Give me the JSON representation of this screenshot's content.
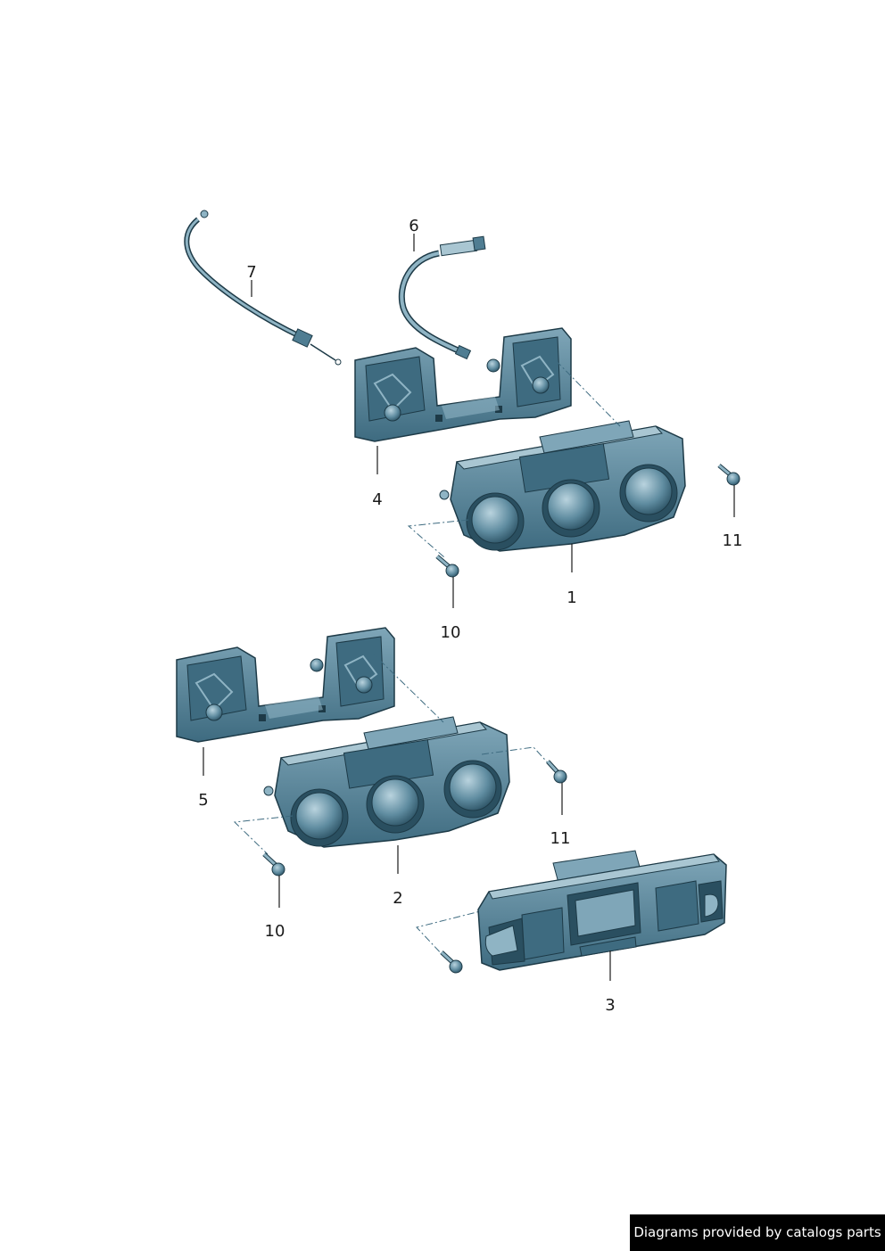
{
  "callouts": {
    "c1": "1",
    "c2": "2",
    "c3": "3",
    "c4": "4",
    "c5": "5",
    "c6": "6",
    "c7": "7",
    "c10a": "10",
    "c10b": "10",
    "c11a": "11",
    "c11b": "11"
  },
  "colors": {
    "part_fill": "#4f7d92",
    "part_light": "#8fb4c4",
    "part_dark": "#2a4f60",
    "outline": "#1d3a47"
  },
  "footer": {
    "text": "Diagrams provided by catalogs parts"
  }
}
